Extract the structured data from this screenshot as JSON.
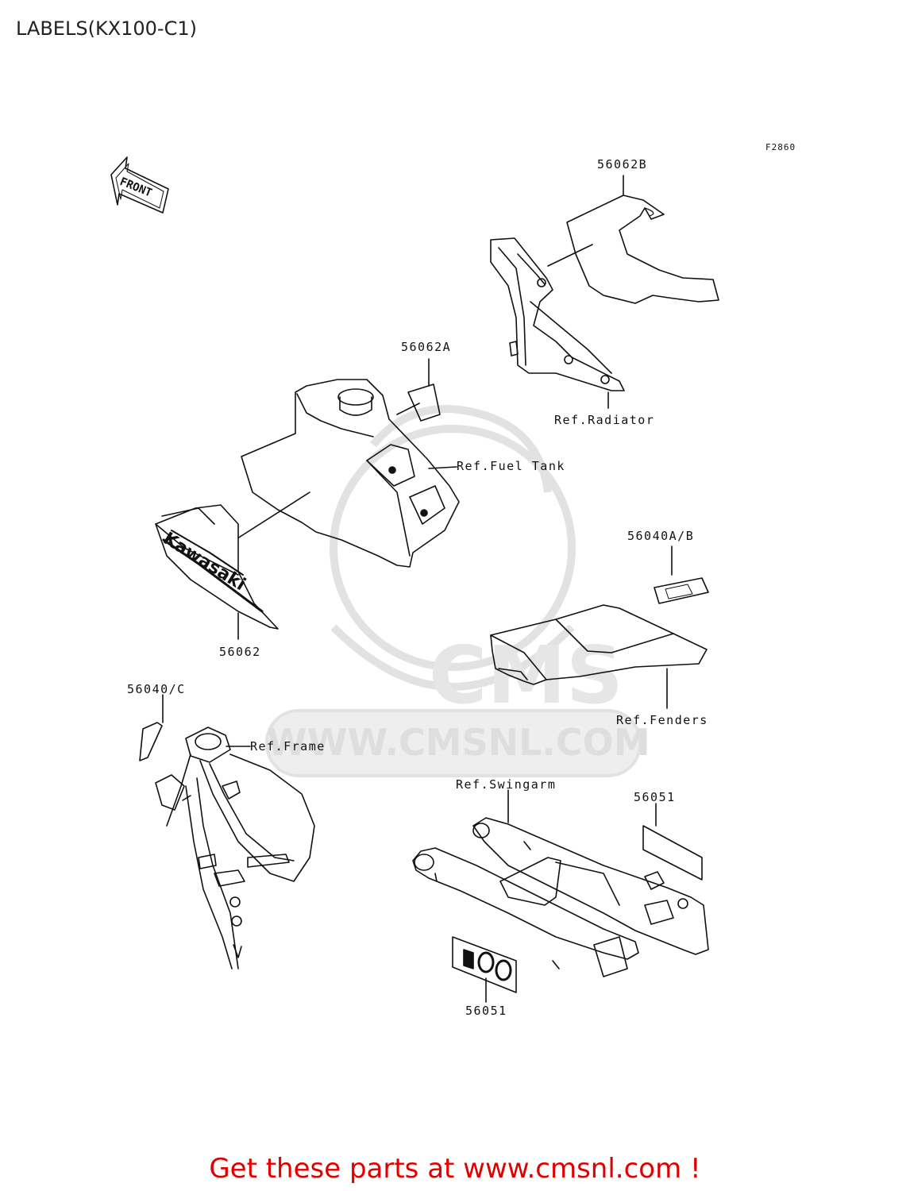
{
  "title": "LABELS(KX100-C1)",
  "figure_code": "F2860",
  "watermark": {
    "url_text": "WWW.CMSNL.COM",
    "logo_text": "CMS",
    "color": "#dedede"
  },
  "front_arrow_label": "FRONT",
  "tank_logo_text": "Kawasaki",
  "callouts": {
    "p56062b": "56062B",
    "p56062a": "56062A",
    "ref_radiator": "Ref.Radiator",
    "ref_fuel_tank": "Ref.Fuel Tank",
    "p56040ab": "56040A/B",
    "p56062": "56062",
    "p56040c": "56040/C",
    "ref_frame": "Ref.Frame",
    "ref_fenders": "Ref.Fenders",
    "ref_swingarm": "Ref.Swingarm",
    "p56051_top": "56051",
    "p56051_bottom": "56051"
  },
  "footer": {
    "text": "Get these parts at www.cmsnl.com !",
    "color": "#e00000"
  }
}
